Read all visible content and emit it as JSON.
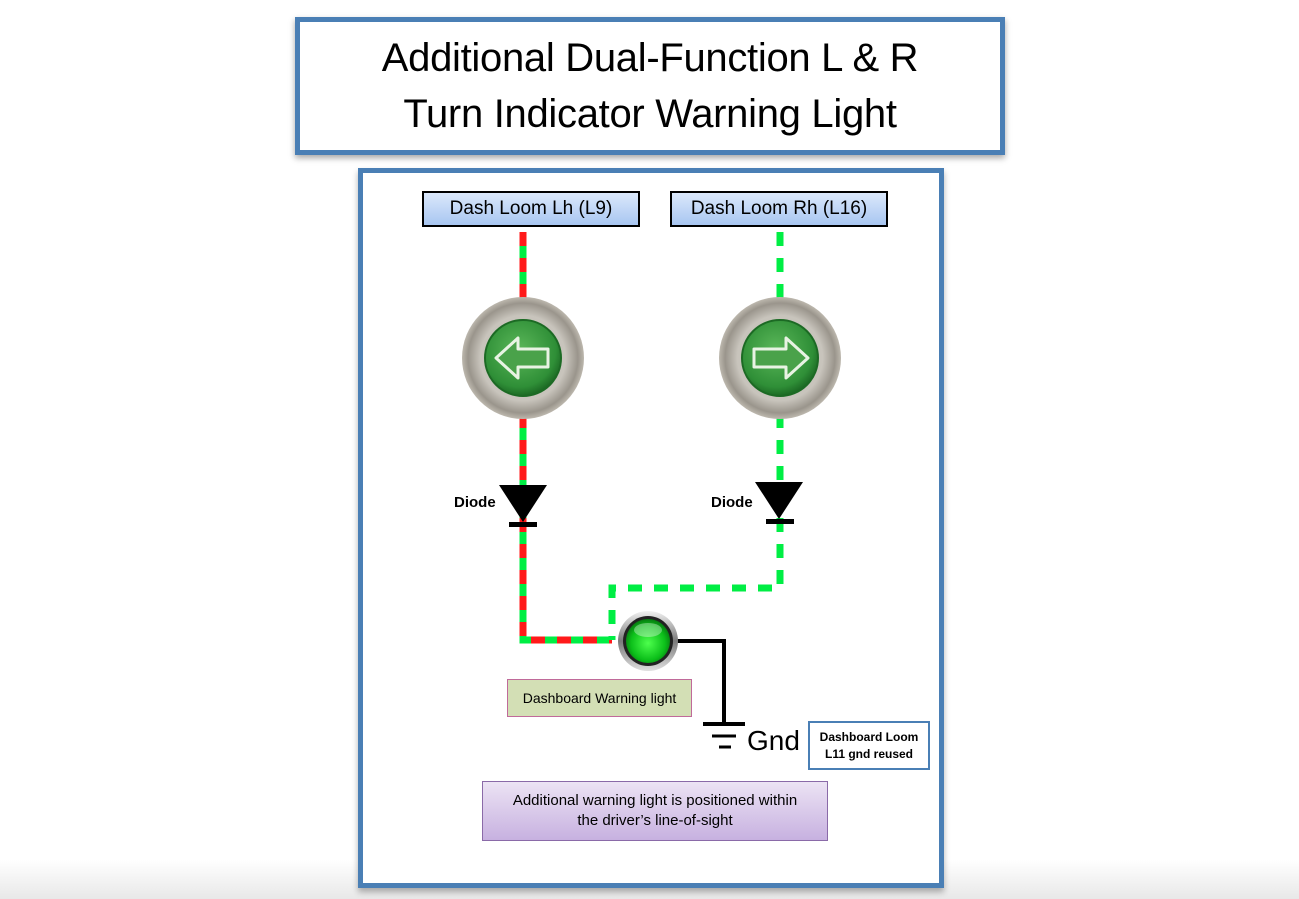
{
  "title": {
    "line1": "Additional Dual-Function L & R",
    "line2": "Turn Indicator Warning Light"
  },
  "inputs": {
    "left": "Dash Loom Lh (L9)",
    "right": "Dash Loom Rh (L16)"
  },
  "indicators": {
    "left": "left-arrow-indicator",
    "right": "right-arrow-indicator"
  },
  "diodes": {
    "left_label": "Diode",
    "right_label": "Diode"
  },
  "warning_light": {
    "label": "Dashboard Warning light"
  },
  "ground": {
    "label": "Gnd",
    "note_line1": "Dashboard Loom",
    "note_line2": "L11 gnd reused"
  },
  "note": {
    "line1": "Additional warning light is positioned within",
    "line2": "the driver’s line-of-sight"
  },
  "colors": {
    "frame_blue": "#4a7fb5",
    "wire_red": "#ff1a1a",
    "wire_green": "#00ee44",
    "indicator_green": "#2f9a3a"
  }
}
